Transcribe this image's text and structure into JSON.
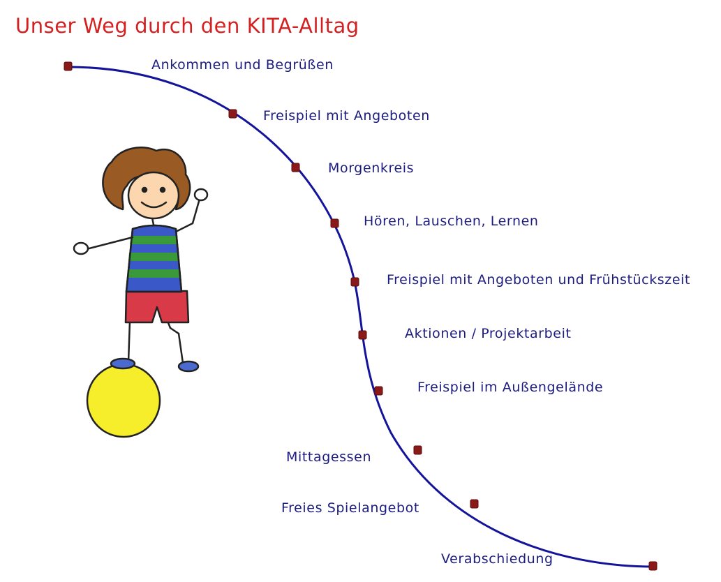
{
  "title": "Unser Weg durch den KITA-Alltag",
  "colors": {
    "title": "#d42020",
    "path": "#14149a",
    "labels": "#1c1c80",
    "markers": "#8a1a1a",
    "ball": "#f6ee2a",
    "shirt_blue": "#3a58c8",
    "shirt_green": "#3a9a3a",
    "shorts": "#d83a48",
    "hair": "#9a5a24",
    "skin": "#fbd6ae"
  },
  "steps": [
    {
      "label": "Ankommen und Begrüßen"
    },
    {
      "label": "Freispiel mit Angeboten"
    },
    {
      "label": "Morgenkreis"
    },
    {
      "label": "Hören, Lauschen, Lernen"
    },
    {
      "label": "Freispiel mit Angeboten und Frühstückszeit"
    },
    {
      "label": "Aktionen / Projektarbeit"
    },
    {
      "label": "Freispiel im Außengelände"
    },
    {
      "label": "Mittagessen"
    },
    {
      "label": "Freies Spielangebot"
    },
    {
      "label": "Verabschiedung"
    }
  ],
  "illustration": {
    "icon": "child-on-ball-icon"
  }
}
